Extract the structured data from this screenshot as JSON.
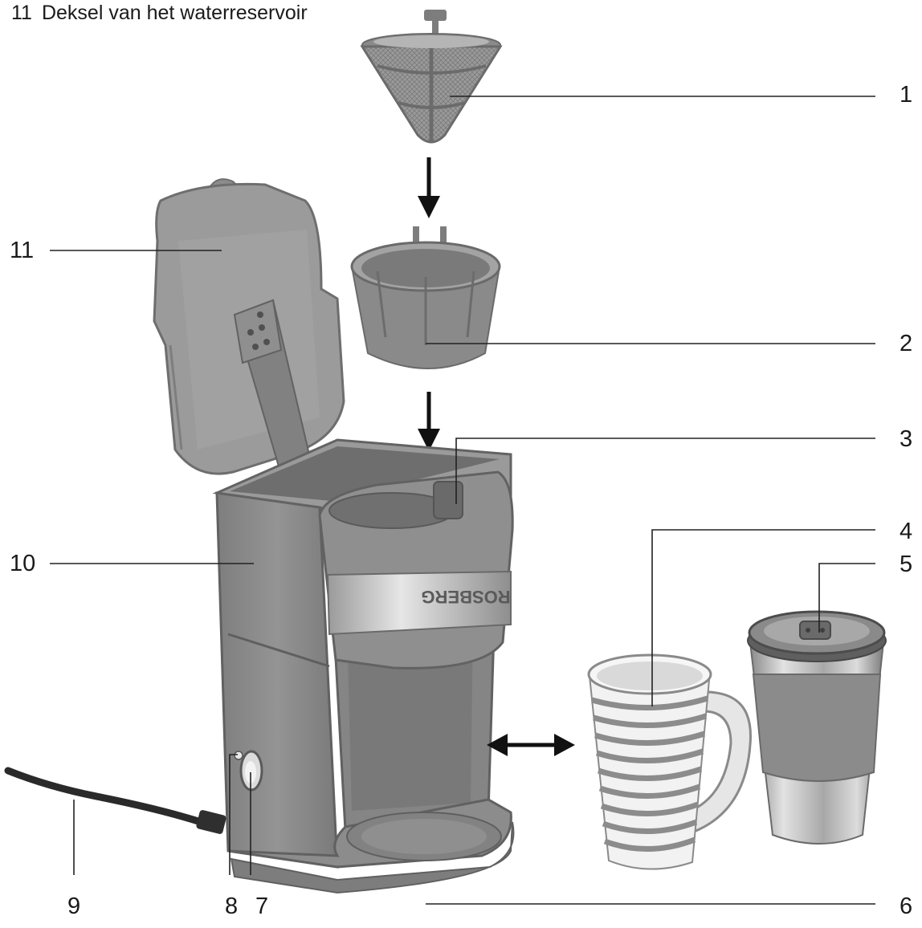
{
  "caption": {
    "number": "11",
    "text": "Deksel van het waterreservoir"
  },
  "brand_label": "ROSBERG",
  "colors": {
    "body": "#8d8d8d",
    "body_dark": "#6f6f6f",
    "body_light": "#a6a6a6",
    "steel": "#c4c4c4",
    "line": "#222222"
  },
  "callouts": [
    {
      "id": "1",
      "label": "1"
    },
    {
      "id": "2",
      "label": "2"
    },
    {
      "id": "3",
      "label": "3"
    },
    {
      "id": "4",
      "label": "4"
    },
    {
      "id": "5",
      "label": "5"
    },
    {
      "id": "6",
      "label": "6"
    },
    {
      "id": "7",
      "label": "7"
    },
    {
      "id": "8",
      "label": "8"
    },
    {
      "id": "9",
      "label": "9"
    },
    {
      "id": "10",
      "label": "10"
    },
    {
      "id": "11",
      "label": "11"
    }
  ]
}
